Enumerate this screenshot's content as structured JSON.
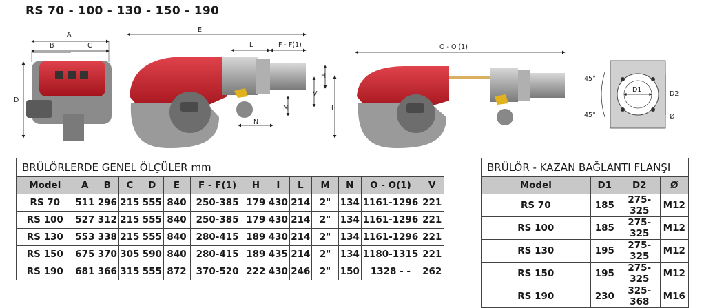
{
  "title": "RS 70 - 100 - 130 - 150 - 190",
  "dimension_labels": {
    "A": "A",
    "B": "B",
    "C": "C",
    "D": "D",
    "E": "E",
    "L": "L",
    "FF1": "F - F(1)",
    "H": "H",
    "V": "V",
    "M": "M",
    "N": "N",
    "I": "I",
    "OO1": "O - O (1)",
    "D1": "D1",
    "D2": "D2",
    "angle_top": "45°",
    "angle_bottom": "45°",
    "phi": "Ø"
  },
  "general_table": {
    "caption": "BRÜLÖRLERDE GENEL ÖLÇÜLER mm",
    "headers": [
      "Model",
      "A",
      "B",
      "C",
      "D",
      "E",
      "F - F(1)",
      "H",
      "I",
      "L",
      "M",
      "N",
      "O - O(1)",
      "V"
    ],
    "rows": [
      [
        "RS 70",
        "511",
        "296",
        "215",
        "555",
        "840",
        "250-385",
        "179",
        "430",
        "214",
        "2\"",
        "134",
        "1161-1296",
        "221"
      ],
      [
        "RS 100",
        "527",
        "312",
        "215",
        "555",
        "840",
        "250-385",
        "179",
        "430",
        "214",
        "2\"",
        "134",
        "1161-1296",
        "221"
      ],
      [
        "RS 130",
        "553",
        "338",
        "215",
        "555",
        "840",
        "280-415",
        "189",
        "430",
        "214",
        "2\"",
        "134",
        "1161-1296",
        "221"
      ],
      [
        "RS 150",
        "675",
        "370",
        "305",
        "590",
        "840",
        "280-415",
        "189",
        "435",
        "214",
        "2\"",
        "134",
        "1180-1315",
        "221"
      ],
      [
        "RS 190",
        "681",
        "366",
        "315",
        "555",
        "872",
        "370-520",
        "222",
        "430",
        "246",
        "2\"",
        "150",
        "1328 -  -",
        "262"
      ]
    ]
  },
  "flange_table": {
    "caption": "BRÜLÖR - KAZAN BAĞLANTI FLANŞI",
    "headers": [
      "Model",
      "D1",
      "D2",
      "Ø"
    ],
    "rows": [
      [
        "RS 70",
        "185",
        "275-325",
        "M12"
      ],
      [
        "RS 100",
        "185",
        "275-325",
        "M12"
      ],
      [
        "RS 130",
        "195",
        "275-325",
        "M12"
      ],
      [
        "RS 150",
        "195",
        "275-325",
        "M12"
      ],
      [
        "RS 190",
        "230",
        "325-368",
        "M16"
      ]
    ]
  },
  "colors": {
    "burner_red": "#c8202a",
    "body_gray": "#8a8a8a",
    "header_gray": "#c8c8c8"
  }
}
